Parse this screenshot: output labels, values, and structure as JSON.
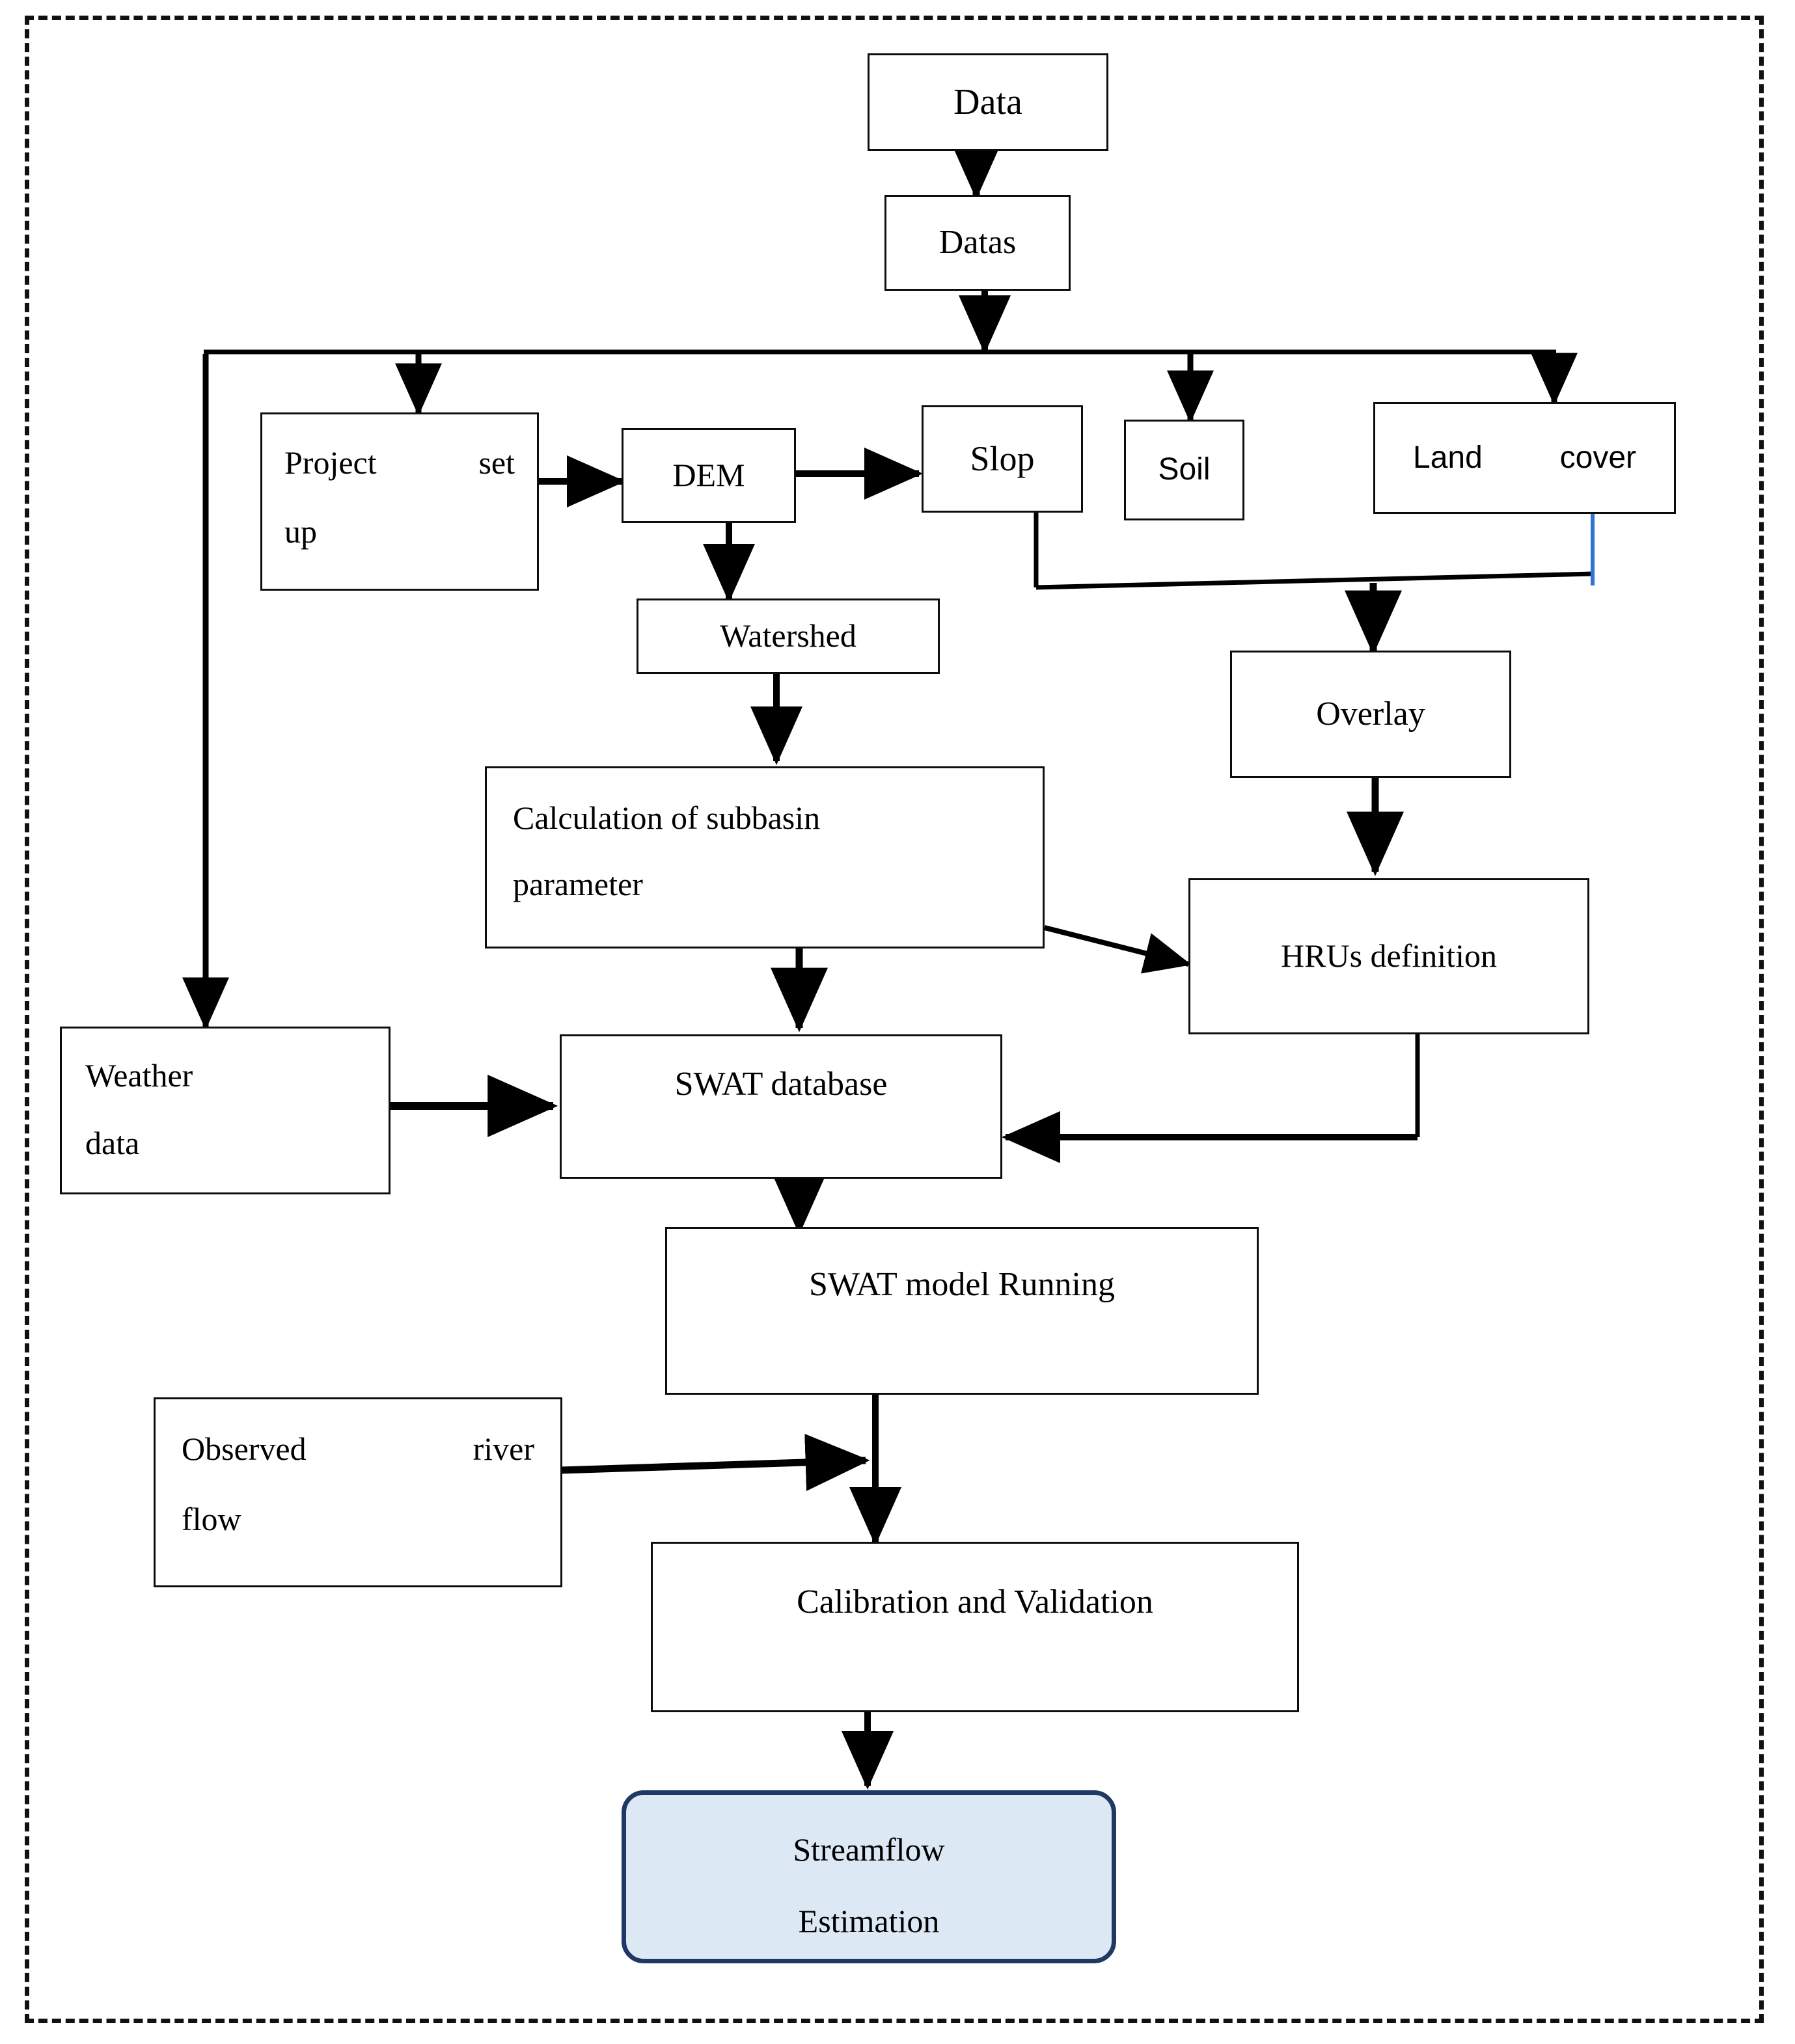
{
  "diagram": {
    "title_semantic": "SWAT hydrological modeling workflow flowchart",
    "frame_style": "dashed-rectangle",
    "colors": {
      "node_border": "#0d0d0d",
      "node_fill": "#ffffff",
      "arrow": "#000000",
      "accent_line": "#2e75d4",
      "result_fill": "#dce8f4",
      "result_border": "#1f3864",
      "frame": "#111111"
    }
  },
  "nodes": {
    "data": {
      "label": "Data"
    },
    "datas": {
      "label": "Datas"
    },
    "project_setup": {
      "line1a": "Project",
      "line1b": "set",
      "line2": "up"
    },
    "dem": {
      "label": "DEM"
    },
    "slop": {
      "label": "Slop"
    },
    "soil": {
      "label": "Soil"
    },
    "land_cover": {
      "line1a": "Land",
      "line1b": "cover"
    },
    "watershed": {
      "label": "Watershed"
    },
    "overlay": {
      "label": "Overlay"
    },
    "calculation": {
      "line1": "Calculation of subbasin",
      "line2": "parameter"
    },
    "hrus": {
      "label": "HRUs definition"
    },
    "weather": {
      "line1": "Weather",
      "line2": "data"
    },
    "swat_database": {
      "label": "SWAT database"
    },
    "swat_model_running": {
      "label": "SWAT model Running"
    },
    "observed_river_flow": {
      "line1a": "Observed",
      "line1b": "river",
      "line2": "flow"
    },
    "calibration": {
      "label": "Calibration and Validation"
    },
    "streamflow": {
      "line1": "Streamflow",
      "line2": "Estimation"
    }
  },
  "edges": [
    {
      "from": "data",
      "to": "datas",
      "type": "arrow-down"
    },
    {
      "from": "datas",
      "to": "distribution-bus",
      "type": "arrow-down"
    },
    {
      "from": "distribution-bus",
      "to": "project_setup",
      "type": "arrow-down"
    },
    {
      "from": "distribution-bus",
      "to": "soil",
      "type": "arrow-down"
    },
    {
      "from": "distribution-bus",
      "to": "land_cover",
      "type": "arrow-down"
    },
    {
      "from": "distribution-bus",
      "to": "weather",
      "type": "arrow-down"
    },
    {
      "from": "project_setup",
      "to": "dem",
      "type": "arrow-right"
    },
    {
      "from": "dem",
      "to": "slop",
      "type": "arrow-right"
    },
    {
      "from": "dem",
      "to": "watershed",
      "type": "arrow-down"
    },
    {
      "from": "watershed",
      "to": "calculation",
      "type": "arrow-down"
    },
    {
      "from": "slop",
      "to": "overlay-junction",
      "type": "line"
    },
    {
      "from": "land_cover",
      "to": "overlay-junction",
      "type": "line-accent"
    },
    {
      "from": "overlay-junction",
      "to": "overlay",
      "type": "arrow-down"
    },
    {
      "from": "overlay",
      "to": "hrus",
      "type": "arrow-down"
    },
    {
      "from": "calculation",
      "to": "hrus",
      "type": "arrow-diagonal"
    },
    {
      "from": "calculation",
      "to": "swat_database",
      "type": "arrow-down"
    },
    {
      "from": "weather",
      "to": "swat_database",
      "type": "arrow-right"
    },
    {
      "from": "hrus",
      "to": "swat_database",
      "type": "arrow-left-elbow"
    },
    {
      "from": "swat_database",
      "to": "swat_model_running",
      "type": "arrow-down"
    },
    {
      "from": "swat_model_running",
      "to": "calibration",
      "type": "arrow-down"
    },
    {
      "from": "observed_river_flow",
      "to": "calibration",
      "type": "arrow-right"
    },
    {
      "from": "calibration",
      "to": "streamflow",
      "type": "arrow-down"
    }
  ]
}
